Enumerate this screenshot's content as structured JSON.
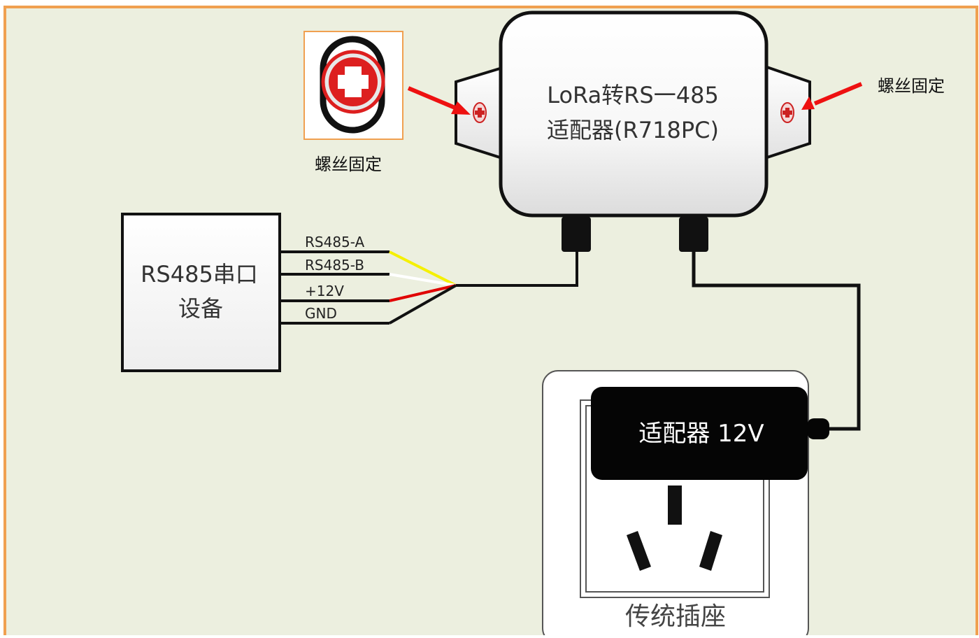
{
  "adapter": {
    "line1": "LoRa转RS一485",
    "line2": "适配器(R718PC)"
  },
  "screw_labels": {
    "left": "螺丝固定",
    "right": "螺丝固定"
  },
  "device": {
    "line1": "RS485串口",
    "line2": "设备"
  },
  "wires": {
    "a": "RS485-A",
    "b": "RS485-B",
    "v12": "+12V",
    "gnd": "GND"
  },
  "power_adapter": {
    "label": "适配器 12V"
  },
  "socket": {
    "label": "传统插座"
  },
  "colors": {
    "frame_border": "#f0a050",
    "background": "#ecefdf",
    "wire_yellow": "#f5f000",
    "wire_red": "#e00000",
    "arrow_red": "#ee1111"
  }
}
